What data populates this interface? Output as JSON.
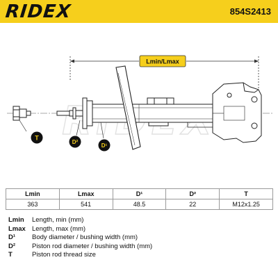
{
  "brand": "RIDEX",
  "part_number": "854S2413",
  "watermark": "RIDEX",
  "dimension_label": "Lmin/Lmax",
  "callouts": {
    "t": "T",
    "d2": "D²",
    "d1": "D¹"
  },
  "table": {
    "headers": [
      "Lmin",
      "Lmax",
      "D¹",
      "D²",
      "T"
    ],
    "values": [
      "363",
      "541",
      "48.5",
      "22",
      "M12x1.25"
    ]
  },
  "legend": [
    {
      "code": "Lmin",
      "desc": "Length, min (mm)"
    },
    {
      "code": "Lmax",
      "desc": "Length, max (mm)"
    },
    {
      "code": "D¹",
      "desc": "Body diameter / bushing width (mm)"
    },
    {
      "code": "D²",
      "desc": "Piston rod diameter / bushing width (mm)"
    },
    {
      "code": "T",
      "desc": "Piston rod thread size"
    }
  ],
  "colors": {
    "brand_yellow": "#f6cf1c",
    "callout_fill": "#111111",
    "callout_text": "#f6cf1c"
  }
}
